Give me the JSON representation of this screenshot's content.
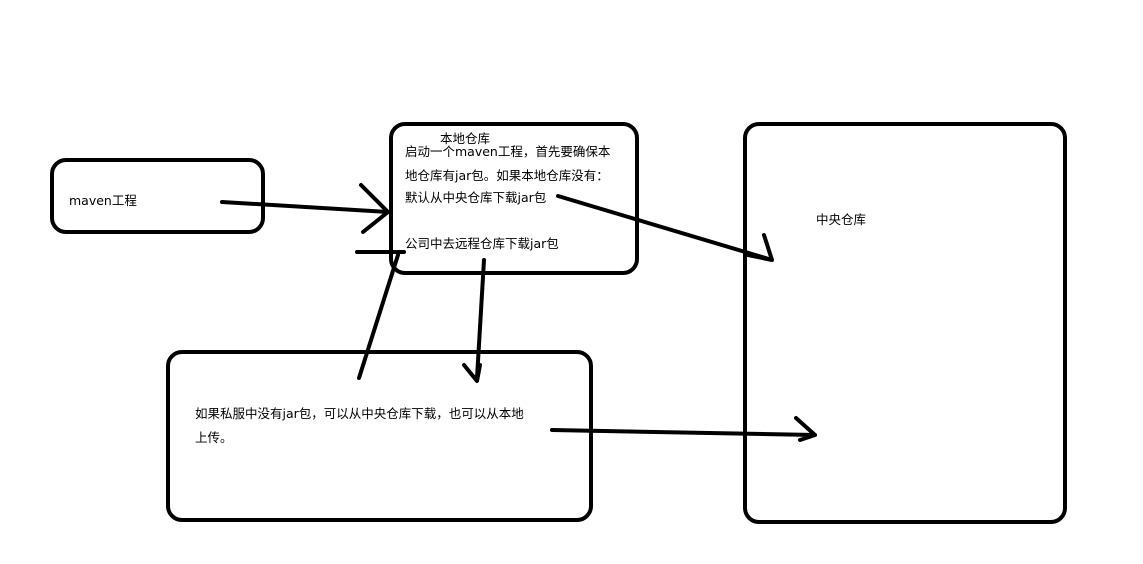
{
  "diagram": {
    "nodes": {
      "maven_project": {
        "label": "maven工程"
      },
      "local_repo": {
        "title": "本地仓库",
        "lines": [
          "启动一个maven工程，首先要确保本",
          "地仓库有jar包。如果本地仓库没有：",
          "默认从中央仓库下载jar包",
          "公司中去远程仓库下载jar包"
        ]
      },
      "private_server": {
        "lines": [
          "如果私服中没有jar包，可以从中央仓库下载，也可以从本地",
          "上传。"
        ]
      },
      "central_repo": {
        "title": "中央仓库"
      }
    },
    "colors": {
      "stroke": "#000000",
      "background": "#ffffff",
      "text": "#000000"
    }
  }
}
